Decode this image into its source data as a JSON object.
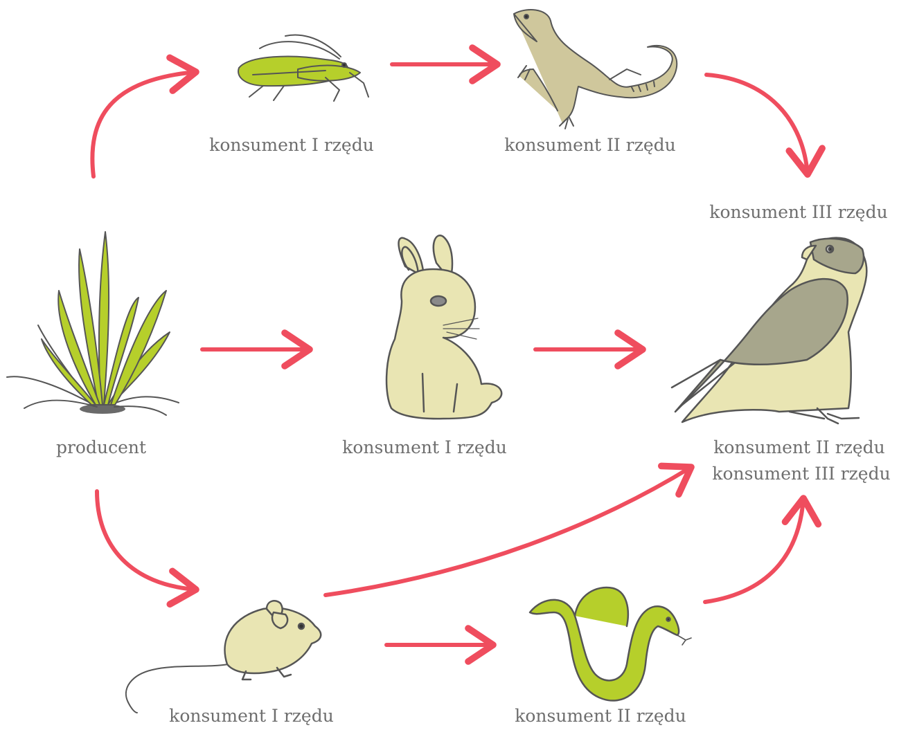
{
  "colors": {
    "arrow": "#ef4d5e",
    "outline": "#555555",
    "grass_green": "#b6cf2b",
    "animal_cream": "#e9e5b3",
    "lizard_khaki": "#cfc79c",
    "falcon_grey": "#a7a68c",
    "label_grey": "#6e6e6e"
  },
  "nodes": {
    "grasshopper": {
      "label": "konsument I rzędu",
      "icon": "grasshopper-icon"
    },
    "lizard": {
      "label": "konsument II rzędu",
      "icon": "lizard-icon"
    },
    "falcon": {
      "top_label": "konsument III rzędu",
      "label_line1": "konsument II rzędu",
      "label_line2": "konsument III rzędu",
      "icon": "falcon-icon"
    },
    "grass": {
      "label": "producent",
      "icon": "grass-icon"
    },
    "rabbit": {
      "label": "konsument I rzędu",
      "icon": "rabbit-icon"
    },
    "mouse": {
      "label": "konsument I rzędu",
      "icon": "mouse-icon"
    },
    "snake": {
      "label": "konsument II rzędu",
      "icon": "snake-icon"
    }
  },
  "edges": [
    {
      "from": "grass",
      "to": "grasshopper"
    },
    {
      "from": "grasshopper",
      "to": "lizard"
    },
    {
      "from": "lizard",
      "to": "falcon"
    },
    {
      "from": "grass",
      "to": "rabbit"
    },
    {
      "from": "rabbit",
      "to": "falcon"
    },
    {
      "from": "grass",
      "to": "mouse"
    },
    {
      "from": "mouse",
      "to": "falcon"
    },
    {
      "from": "mouse",
      "to": "snake"
    },
    {
      "from": "snake",
      "to": "falcon"
    }
  ]
}
